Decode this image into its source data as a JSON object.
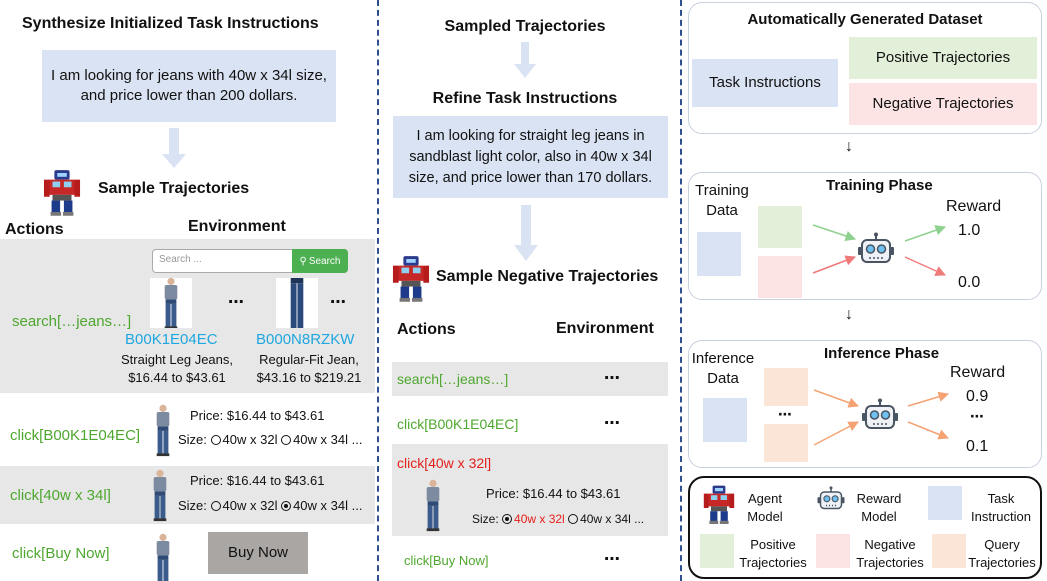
{
  "col1": {
    "title": "Synthesize Initialized Task Instructions",
    "instruction": "I am looking for jeans with 40w x 34l size, and price lower than 200 dollars.",
    "sample_title": "Sample Trajectories",
    "actions_header": "Actions",
    "env_header": "Environment",
    "search_placeholder": "Search ...",
    "search_button": "Search",
    "rows": [
      {
        "action": "search[…jeans…]"
      },
      {
        "action": "click[B00K1E04EC]"
      },
      {
        "action": "click[40w x 34l]"
      },
      {
        "action": "click[Buy Now]"
      }
    ],
    "products": [
      {
        "id": "B00K1E04EC",
        "name": "Straight Leg Jeans,",
        "price": "$16.44 to $43.61"
      },
      {
        "id": "B000N8RZKW",
        "name": "Regular-Fit Jean,",
        "price": "$43.16 to $219.21"
      }
    ],
    "ellipsis": "⋯",
    "price_label": "Price: $16.44 to $43.61",
    "size_label": "Size:",
    "size_opt1": "40w x 32l",
    "size_opt2": "40w x 34l ...",
    "buy_now": "Buy Now"
  },
  "col2": {
    "title": "Sampled Trajectories",
    "refine_title": "Refine Task Instructions",
    "instruction": "I am looking for straight leg jeans in sandblast light color, also in 40w x 34l size, and price lower than 170 dollars.",
    "sample_neg_title": "Sample Negative Trajectories",
    "actions_header": "Actions",
    "env_header": "Environment",
    "rows": [
      {
        "action": "search[…jeans…]"
      },
      {
        "action": "click[B00K1E04EC]"
      },
      {
        "action": "click[40w x 32l]"
      },
      {
        "action": "click[Buy Now]"
      }
    ],
    "price_label": "Price: $16.44 to $43.61",
    "size_label": "Size:",
    "size_opt1": "40w x 32l",
    "size_opt2": "40w x 34l ..."
  },
  "col3": {
    "dataset_title": "Automatically Generated Dataset",
    "task_instructions": "Task Instructions",
    "positive": "Positive Trajectories",
    "negative": "Negative Trajectories",
    "training_phase": "Training Phase",
    "training_data": "Training Data",
    "reward": "Reward",
    "reward_hi": "1.0",
    "reward_lo": "0.0",
    "inference_phase": "Inference Phase",
    "inference_data": "Inference Data",
    "inf_reward_hi": "0.9",
    "inf_reward_lo": "0.1",
    "arrow_down": "↓"
  },
  "legend": {
    "agent_model": "Agent Model",
    "reward_model": "Reward Model",
    "task_instruction": "Task Instruction",
    "positive_traj": "Positive Trajectories",
    "negative_traj": "Negative Trajectories",
    "query_traj": "Query Trajectories"
  },
  "colors": {
    "green": "#4ea72e",
    "cyan": "#1ea7e0",
    "red": "#e3201b",
    "blue_box": "#dae3f3",
    "green_box": "#e2f0d9",
    "pink_box": "#fce4e4",
    "orange_box": "#fbe5d6"
  }
}
